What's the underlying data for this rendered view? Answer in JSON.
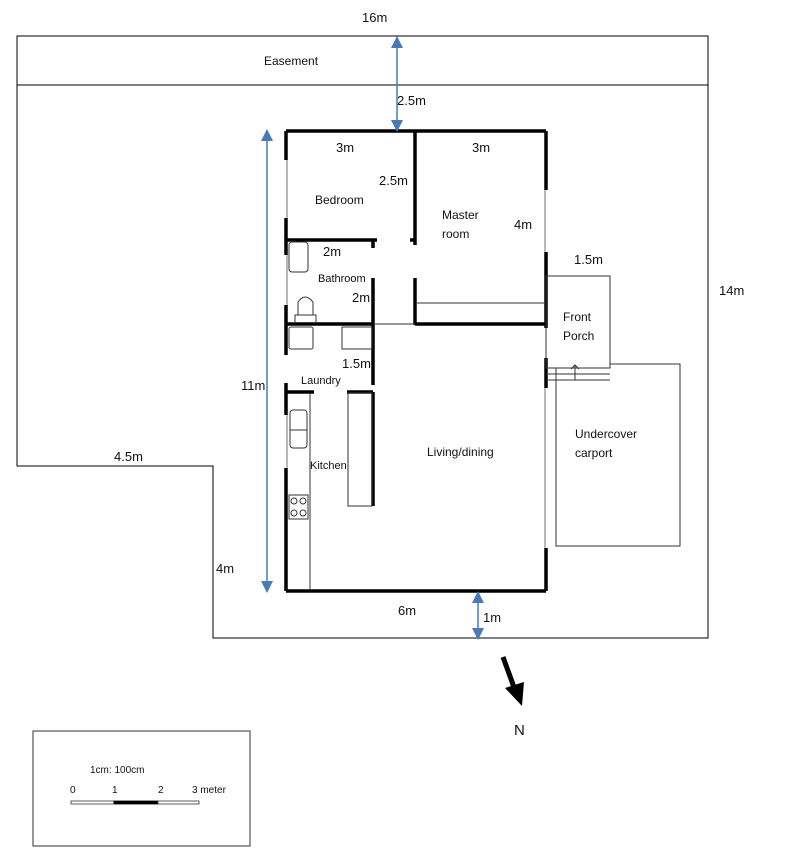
{
  "site": {
    "width_label": "16m",
    "depth_label": "14m",
    "easement_label": "Easement",
    "easement_depth_label": "2.5m",
    "setback_left_label": "4.5m",
    "setback_lower_label": "4m",
    "rear_setback_label": "1m"
  },
  "house": {
    "height_label": "11m",
    "width_label": "6m"
  },
  "rooms": {
    "bedroom": {
      "name": "Bedroom",
      "width": "3m",
      "depth": "2.5m"
    },
    "master": {
      "name_line1": "Master",
      "name_line2": "room",
      "width": "3m",
      "depth": "4m"
    },
    "bathroom": {
      "name": "Bathroom",
      "width": "2m",
      "depth": "2m"
    },
    "laundry": {
      "name": "Laundry",
      "depth": "1.5m"
    },
    "kitchen": {
      "name": "Kitchen"
    },
    "living": {
      "name": "Living/dining"
    },
    "porch": {
      "name_line1": "Front",
      "name_line2": "Porch",
      "width": "1.5m"
    },
    "carport": {
      "name_line1": "Undercover",
      "name_line2": "carport"
    }
  },
  "north": {
    "label": "N"
  },
  "scale": {
    "ratio": "1cm: 100cm",
    "ticks": [
      "0",
      "1",
      "2",
      "3 meter"
    ]
  },
  "colors": {
    "dimension_arrow": "#4a7ab5",
    "wall": "#000000"
  }
}
